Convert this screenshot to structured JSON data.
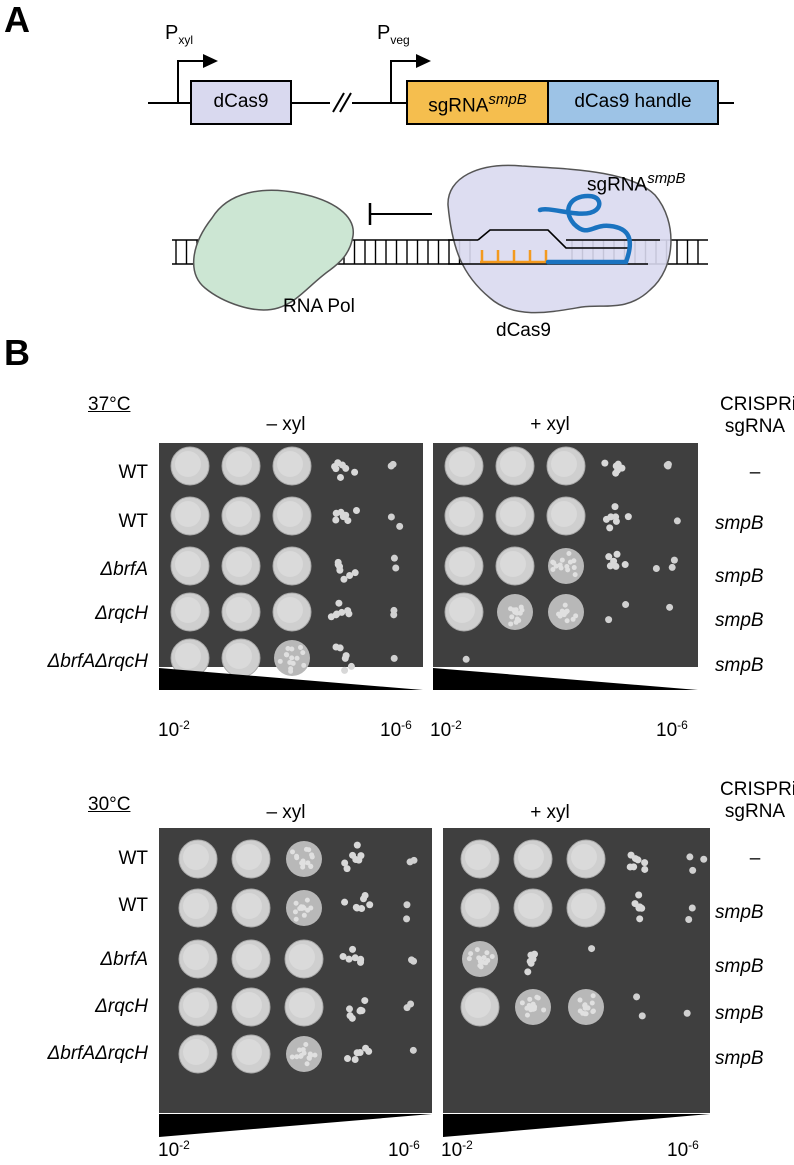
{
  "panel_a": {
    "letter": "A",
    "promoters": [
      {
        "main": "P",
        "sub": "xyl"
      },
      {
        "main": "P",
        "sub": "veg"
      }
    ],
    "gene_dcas9": "dCas9",
    "sgrna_prefix": "sgRNA",
    "sgrna_target": "smpB",
    "handle": "dCas9 handle",
    "schematic_sgrna_prefix": "sgRNA",
    "schematic_sgrna_target": "smpB",
    "rna_pol": "RNA Pol",
    "dcas9_label": "dCas9",
    "colors": {
      "dcas9": "#d9d9ef",
      "sgrna": "#f5be4e",
      "handle": "#9dc3e6",
      "rnapol": "#cce6d3",
      "guide": "#1a73c0",
      "target": "#f39a1f"
    }
  },
  "panel_b": {
    "letter": "B",
    "sgrna_header": [
      "CRISPRi",
      "sgRNA"
    ],
    "dilution_start": {
      "base": "10",
      "exp": "-2"
    },
    "dilution_end": {
      "base": "10",
      "exp": "-6"
    },
    "blocks": [
      {
        "temperature": "37°C",
        "conditions": [
          "– xyl",
          "+ xyl"
        ],
        "strains": [
          {
            "name": "WT",
            "italic": false,
            "sgrna": "–"
          },
          {
            "name": "WT",
            "italic": false,
            "sgrna": "smpB"
          },
          {
            "name": "ΔbrfA",
            "italic": true,
            "sgrna": "smpB"
          },
          {
            "name": "ΔrqcH",
            "italic": true,
            "sgrna": "smpB"
          },
          {
            "name": "ΔbrfAΔrqcH",
            "italic": true,
            "sgrna": "smpB"
          }
        ]
      },
      {
        "temperature": "30°C",
        "conditions": [
          "– xyl",
          "+ xyl"
        ],
        "strains": [
          {
            "name": "WT",
            "italic": false,
            "sgrna": "–"
          },
          {
            "name": "WT",
            "italic": false,
            "sgrna": "smpB"
          },
          {
            "name": "ΔbrfA",
            "italic": true,
            "sgrna": "smpB"
          },
          {
            "name": "ΔrqcH",
            "italic": true,
            "sgrna": "smpB"
          },
          {
            "name": "ΔbrfAΔrqcH",
            "italic": true,
            "sgrna": "smpB"
          }
        ]
      }
    ]
  }
}
